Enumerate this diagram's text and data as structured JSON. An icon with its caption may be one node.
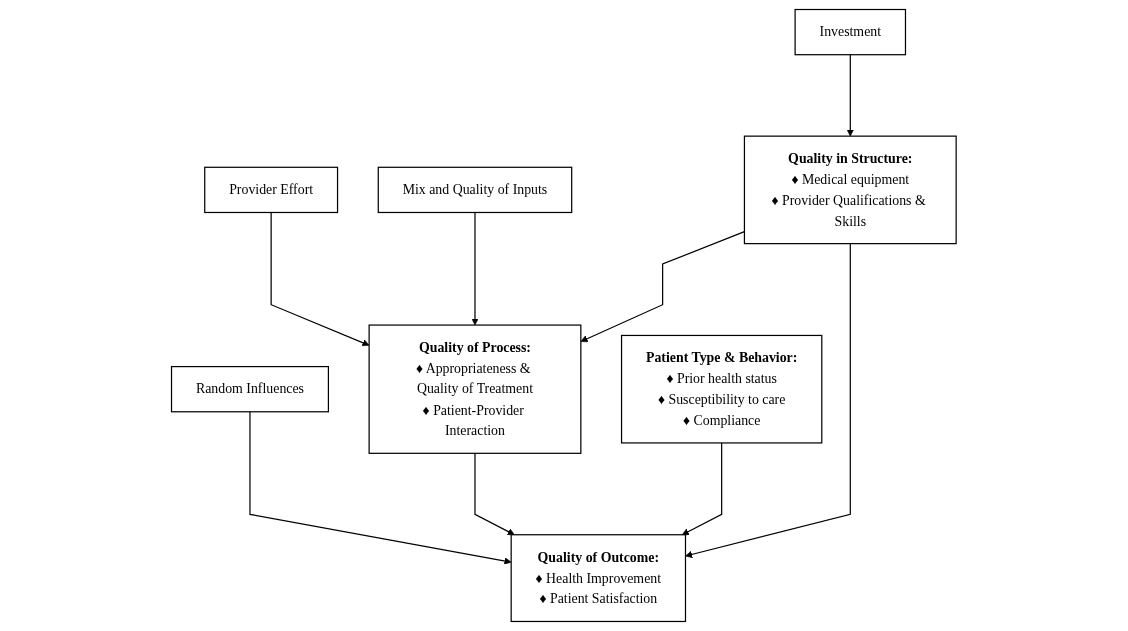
{
  "diagram": {
    "nodes": [
      {
        "text": [
          "Investment"
        ]
      },
      {
        "text": [
          "Provider Effort"
        ]
      },
      {
        "text": [
          "Mix and Quality of Inputs"
        ]
      },
      {
        "text": [
          "Random Influences"
        ]
      },
      {
        "text": [
          "Quality of Outcome:",
          "♦ Health Improvement",
          "♦ Patient Satisfaction"
        ]
      },
      {
        "text": [
          "Quality in Structure:",
          "♦ Medical equipment",
          "♦ Provider Qualifications & Skills"
        ]
      },
      {
        "text": [
          "Quality of Process:",
          "♦ Appropriateness & Quality of Treatment",
          "♦ Patient-Provider Interaction"
        ]
      },
      {
        "text": [
          "Patient Type & Behavior:",
          "♦ Prior health status",
          "♦ Susceptibility to care",
          "♦ Compliance"
        ]
      }
    ],
    "edges": [
      {
        "from": 0,
        "to": 5,
        "arrow": "to"
      },
      {
        "from": 1,
        "to": 6,
        "arrow": "to"
      },
      {
        "from": 2,
        "to": 6,
        "arrow": "to"
      },
      {
        "from": 3,
        "to": 4,
        "arrow": "to"
      },
      {
        "from": 6,
        "to": 4,
        "arrow": "to"
      },
      {
        "from": 5,
        "to": 6,
        "arrow": "to"
      },
      {
        "from": 7,
        "to": 4,
        "arrow": "to"
      },
      {
        "from": 5,
        "to": 4,
        "arrow": "to"
      }
    ]
  }
}
